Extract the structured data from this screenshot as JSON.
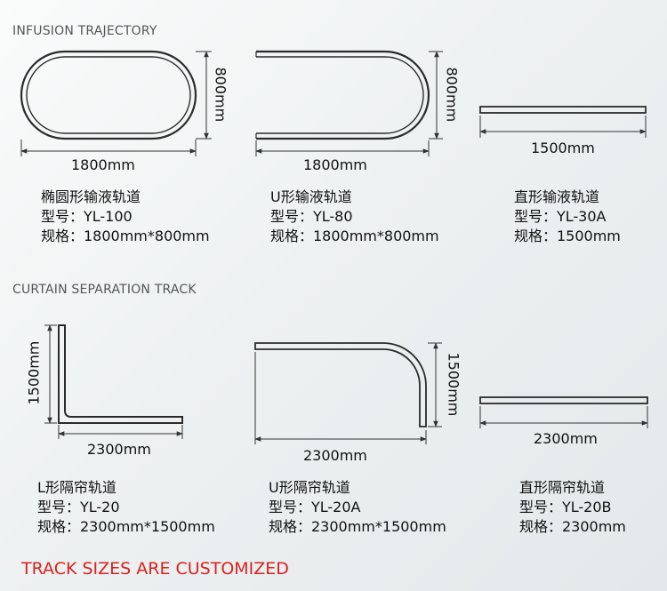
{
  "sections": {
    "infusion": "INFUSION TRAJECTORY",
    "curtain": "CURTAIN SEPARATION TRACK"
  },
  "products": [
    {
      "width_label": "1800mm",
      "height_label": "800mm",
      "name": "椭圆形输液轨道",
      "model": "型号：YL-100",
      "spec": "规格：1800mm*800mm"
    },
    {
      "width_label": "1800mm",
      "height_label": "800mm",
      "name": "U形输液轨道",
      "model": "型号：YL-80",
      "spec": "规格：1800mm*800mm"
    },
    {
      "width_label": "1500mm",
      "name": "直形输液轨道",
      "model": "型号：YL-30A",
      "spec": "规格：1500mm"
    },
    {
      "width_label": "2300mm",
      "height_label": "1500mm",
      "name": "L形隔帘轨道",
      "model": "型号：YL-20",
      "spec": "规格：2300mm*1500mm"
    },
    {
      "width_label": "2300mm",
      "height_label": "1500mm",
      "name": "U形隔帘轨道",
      "model": "型号：YL-20A",
      "spec": "规格：2300mm*1500mm"
    },
    {
      "width_label": "2300mm",
      "name": "直形隔帘轨道",
      "model": "型号：YL-20B",
      "spec": "规格：2300mm"
    }
  ],
  "footer": "TRACK SIZES ARE CUSTOMIZED",
  "colors": {
    "track_stroke": "#2b2b2b",
    "dimension_line": "#333333",
    "footer_text": "#d8231e"
  }
}
